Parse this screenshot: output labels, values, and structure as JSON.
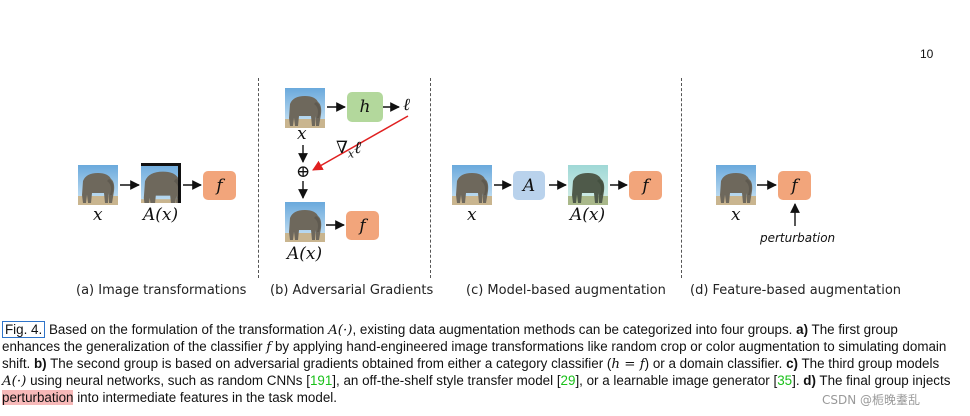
{
  "page_number": "10",
  "panels": {
    "a": {
      "caption": "(a) Image transformations",
      "x_label": "x",
      "ax_label": "A(x)",
      "f_label": "f"
    },
    "b": {
      "caption": "(b) Adversarial Gradients",
      "h_label": "h",
      "loss_label": "ℓ",
      "x_label": "x",
      "grad_label": "∇",
      "grad_sub": "x",
      "grad_loss": "ℓ",
      "oplus": "⊕",
      "f_label": "f",
      "ax_label": "A(x)"
    },
    "c": {
      "caption": "(c) Model-based augmentation",
      "x_label": "x",
      "A_label": "A",
      "ax_label": "A(x)",
      "f_label": "f"
    },
    "d": {
      "caption": "(d) Feature-based augmentation",
      "x_label": "x",
      "f_label": "f",
      "perturbation_label": "perturbation"
    }
  },
  "caption": {
    "fig_label": "Fig. 4.",
    "t1": " Based on the formulation of the transformation ",
    "m1": "A(·)",
    "t2": ", existing data augmentation methods can be categorized into four groups. ",
    "b_a": "a)",
    "t3": " The first group enhances the generalization of the classifier ",
    "m2": "f",
    "t4": " by applying hand-engineered image transformations like random crop or color augmentation to simulating domain shift. ",
    "b_b": "b)",
    "t5": " The second group is based on adversarial gradients obtained from either a category classifier (",
    "m3": "h = f",
    "t6": ") or a domain classifier. ",
    "b_c": "c)",
    "t7": " The third group models ",
    "m4": "A(·)",
    "t8": " using neural networks, such as random CNNs [",
    "c1": "191",
    "t9": "], an off-the-shelf style transfer model [",
    "c2": "29",
    "t10": "], or a learnable image generator [",
    "c3": "35",
    "t11": "]. ",
    "b_d": "d)",
    "t12": " The final group injects ",
    "hl": "perturbation",
    "t13": " into intermediate features in the task model."
  },
  "watermark": "CSDN @栀晚耋乱",
  "colors": {
    "f_box": "#f2a57b",
    "h_box": "#b3d89c",
    "A_box": "#b9d2ec",
    "grad_arrow": "#e02020",
    "citation": "#19c019",
    "highlight": "#f7b9b9",
    "fig_label_border": "#2f74c9"
  }
}
